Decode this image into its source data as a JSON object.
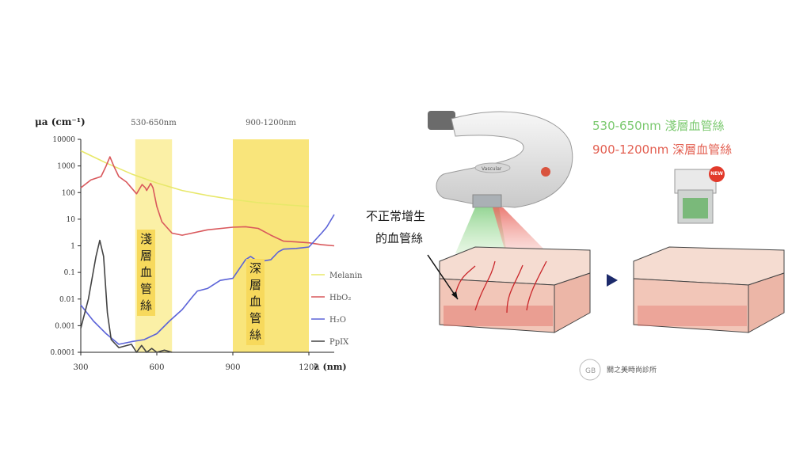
{
  "chart_data": {
    "type": "line",
    "ylabel": "μa (cm⁻¹)",
    "xlabel": "λ (nm)",
    "xlim": [
      300,
      1300
    ],
    "x_ticks": [
      "300",
      "600",
      "900",
      "1200"
    ],
    "y_scale": "log",
    "ylim": [
      0.0001,
      10000
    ],
    "y_ticks": [
      "10000",
      "1000",
      "100",
      "10",
      "1",
      "0.1",
      "0.01",
      "0.001",
      "0.0001"
    ],
    "grid": false,
    "legend_position": "right",
    "bands": [
      {
        "label": "530-650nm",
        "range": [
          515,
          660
        ],
        "color": "#fbf0a6"
      },
      {
        "label": "900-1200nm",
        "range": [
          900,
          1200
        ],
        "color": "#f9e57b"
      }
    ],
    "band_annotations": [
      "淺層血管絲",
      "深層血管絲"
    ],
    "series": [
      {
        "name": "Melanin",
        "color": "#e8e86a",
        "x": [
          300,
          400,
          500,
          600,
          700,
          800,
          900,
          1000,
          1100,
          1200
        ],
        "y": [
          3700,
          1300,
          500,
          230,
          120,
          78,
          55,
          42,
          35,
          30
        ]
      },
      {
        "name": "HbO₂",
        "color": "#d9585c",
        "x": [
          300,
          340,
          380,
          400,
          415,
          430,
          450,
          480,
          500,
          520,
          542,
          555,
          560,
          576,
          585,
          600,
          620,
          660,
          700,
          800,
          900,
          950,
          1000,
          1050,
          1100,
          1150,
          1200,
          1250,
          1300
        ],
        "y": [
          150,
          300,
          400,
          1000,
          2200,
          1000,
          400,
          250,
          150,
          90,
          200,
          150,
          120,
          220,
          150,
          30,
          8,
          3,
          2.5,
          4,
          5,
          5.2,
          4.5,
          2.5,
          1.5,
          1.4,
          1.3,
          1.1,
          1.0
        ]
      },
      {
        "name": "H₂O",
        "color": "#5b63d8",
        "x": [
          300,
          350,
          400,
          450,
          500,
          550,
          600,
          650,
          700,
          740,
          760,
          800,
          850,
          900,
          950,
          970,
          1000,
          1050,
          1080,
          1100,
          1150,
          1200,
          1250,
          1270,
          1300
        ],
        "y": [
          0.006,
          0.0015,
          0.0005,
          0.0002,
          0.00025,
          0.0003,
          0.0005,
          0.0015,
          0.004,
          0.012,
          0.02,
          0.025,
          0.05,
          0.06,
          0.3,
          0.4,
          0.25,
          0.3,
          0.6,
          0.75,
          0.8,
          0.9,
          3,
          5,
          15
        ]
      },
      {
        "name": "PpIX",
        "color": "#444444",
        "x": [
          300,
          330,
          360,
          375,
          390,
          405,
          420,
          450,
          500,
          520,
          540,
          560,
          580,
          600,
          630,
          660
        ],
        "y": [
          0.0008,
          0.01,
          0.4,
          1.6,
          0.4,
          0.003,
          0.0003,
          0.00015,
          0.0002,
          0.0001,
          0.00018,
          0.0001,
          0.00014,
          0.0001,
          0.00012,
          0.0001
        ]
      }
    ]
  },
  "captions": {
    "line1": "530-650nm 淺層血管絲",
    "line1_color": "#7bc96f",
    "line2": "900-1200nm 深層血管絲",
    "line2_color": "#e36052"
  },
  "annotation": {
    "line1": "不正常增生",
    "line2": "的血管絲"
  },
  "device": {
    "badge": "NEW",
    "brand_text": "Vascular"
  },
  "clinic": {
    "name": "關之美時尚診所",
    "monogram": "GB"
  }
}
